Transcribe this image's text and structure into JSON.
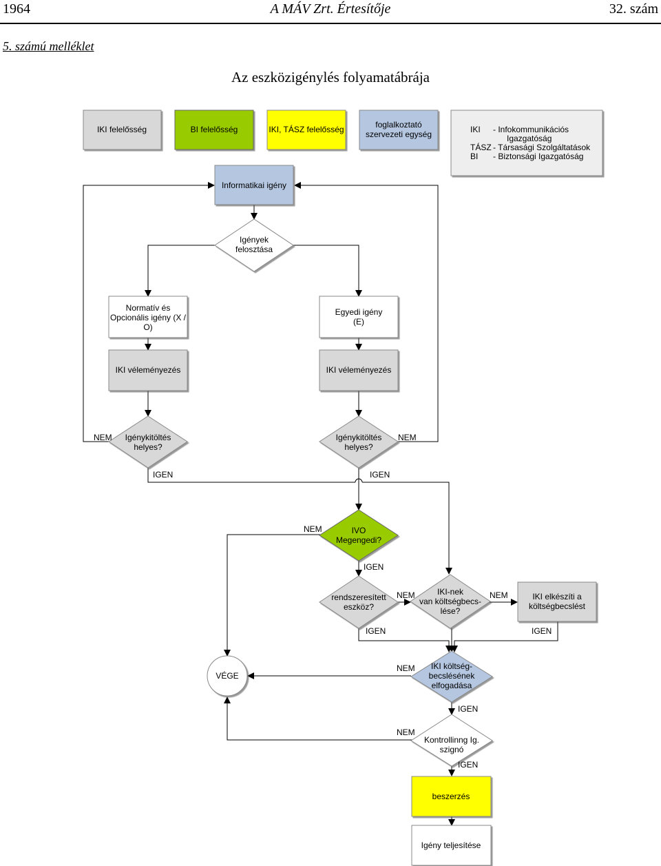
{
  "header": {
    "page_number": "1964",
    "publication": "A MÁV Zrt. Értesítője",
    "issue": "32. szám"
  },
  "annex_label": "5. számú melléklet",
  "title": "Az eszközigénylés folyamatábrája",
  "colors": {
    "gray": "#d8d8d8",
    "green": "#99cc00",
    "yellow": "#ffff00",
    "blue": "#b4c6e0",
    "white": "#ffffff",
    "legend_bg": "#eeeeee"
  },
  "legend": {
    "iki": "IKI felelősség",
    "bi": "BI felelősség",
    "iki_tasz": "IKI, TÁSZ felelősség",
    "employer_line1": "foglalkoztató",
    "employer_line2": "szervezeti egység",
    "abbr": {
      "iki_code": "IKI",
      "iki_desc_line1": "- Infokommunikációs",
      "iki_desc_line2": "Igazgatóság",
      "tasz_code": "TÁSZ",
      "tasz_desc": "- Társasági Szolgáltatások",
      "bi_code": "BI",
      "bi_desc": "- Biztonsági Igazgatóság"
    }
  },
  "nodes": {
    "demand": "Informatikai igény",
    "split_line1": "Igények",
    "split_line2": "felosztása",
    "normative_line1": "Normatív és",
    "normative_line2": "Opcionális igény (X /",
    "normative_line3": "O)",
    "individual_line1": "Egyedi igény",
    "individual_line2": "(E)",
    "review_left": "IKI véleményezés",
    "review_right": "IKI véleményezés",
    "check_left_line1": "Igénykitöltés",
    "check_left_line2": "helyes?",
    "check_right_line1": "Igénykitöltés",
    "check_right_line2": "helyes?",
    "ivo_line1": "IVO",
    "ivo_line2": "Megengedi?",
    "system_line1": "rendszeresített",
    "system_line2": "eszköz?",
    "estimate_q_line1": "IKI-nek",
    "estimate_q_line2": "van költségbecs-",
    "estimate_q_line3": "lése?",
    "make_estimate_line1": "IKI elkészíti a",
    "make_estimate_line2": "költségbecslést",
    "end": "VÉGE",
    "accept_line1": "IKI költség-",
    "accept_line2": "becslésének",
    "accept_line3": "elfogadása",
    "control_line1": "Kontrollinng Ig.",
    "control_line2": "szignó",
    "purchase": "beszerzés",
    "fulfil": "Igény teljesítése"
  },
  "labels": {
    "yes": "IGEN",
    "no": "NEM"
  }
}
